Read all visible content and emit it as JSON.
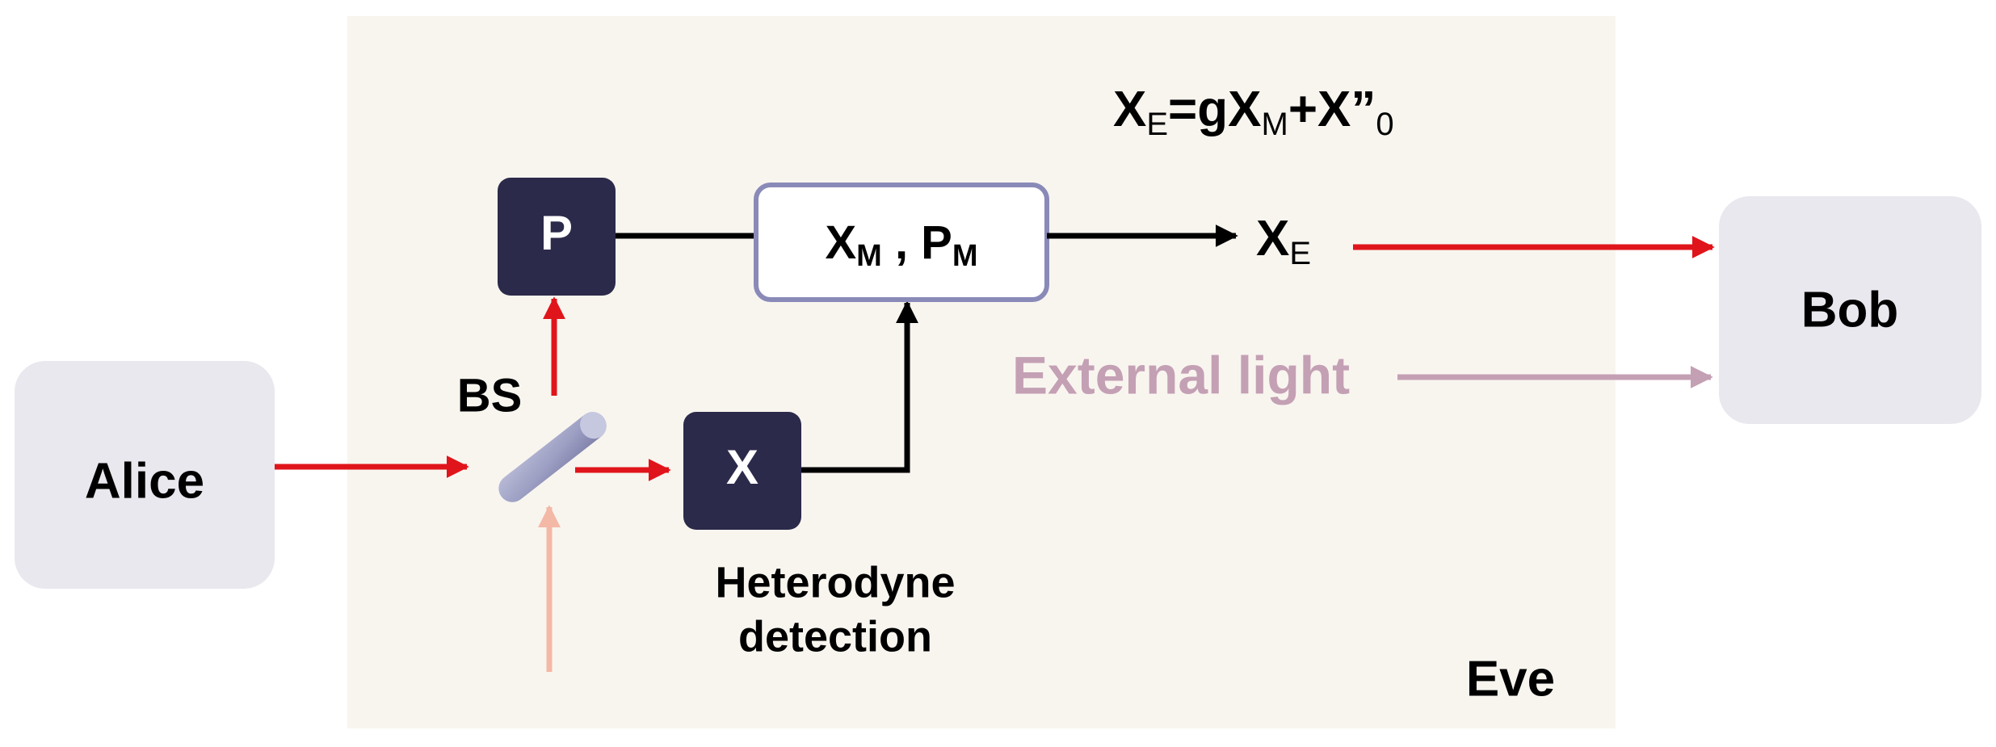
{
  "diagram": {
    "parties": {
      "alice": "Alice",
      "bob": "Bob",
      "eve": "Eve"
    },
    "components": {
      "beam_splitter": "BS",
      "p_detector": "P",
      "x_detector": "X",
      "heterodyne_label_line1": "Heterodyne",
      "heterodyne_label_line2": "detection"
    },
    "measurement_box": {
      "x_main": "X",
      "x_sub": "M",
      "separator": " , ",
      "p_main": "P",
      "p_sub": "M"
    },
    "output": {
      "main": "X",
      "sub": "E"
    },
    "equation": {
      "lhs_main": "X",
      "lhs_sub": "E",
      "mid": "=gX",
      "mid_sub": "M",
      "rhs": "+X”",
      "rhs_sub": "0"
    },
    "external_light": "External light",
    "colors": {
      "eve_region": "#f8f5ef",
      "party_box": "#e8e8ee",
      "detector": "#2c2a4a",
      "measurement_border": "#8a8ab8",
      "signal_arrow": "#e0151b",
      "vacuum_arrow": "#f4b8a6",
      "external_light": "#c4a0b4",
      "beam_splitter": "#9ea0c4",
      "wire": "#000000"
    }
  }
}
